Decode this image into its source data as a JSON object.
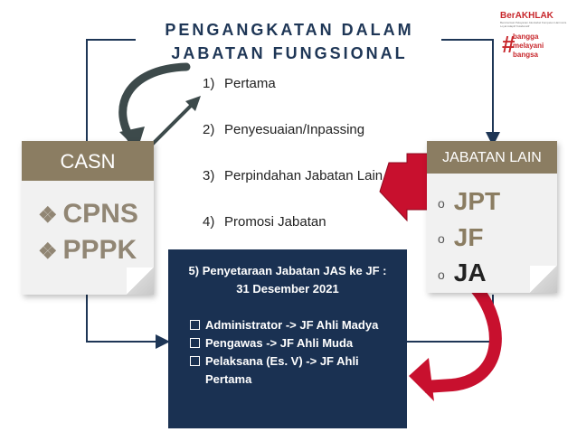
{
  "title_lines": [
    "PENGANGKATAN DALAM",
    "JABATAN FUNGSIONAL"
  ],
  "logo": {
    "brand": "BerAKHLAK",
    "brand_sub": "Berorientasi Pelayanan Akuntabel Kompeten Harmonis Loyal Adaptif Kolaboratif",
    "slogan": [
      "bangga",
      "melayani",
      "bangsa"
    ],
    "hash": "#"
  },
  "casn": {
    "header": "CASN",
    "items": [
      "CPNS",
      "PPPK"
    ],
    "bullet": "❖"
  },
  "jabatan_lain": {
    "header": "JABATAN LAIN",
    "items": [
      "JPT",
      "JF",
      "JA"
    ],
    "bullet": "o"
  },
  "steps": [
    {
      "num": "1)",
      "label": "Pertama"
    },
    {
      "num": "2)",
      "label": "Penyesuaian/Inpassing"
    },
    {
      "num": "3)",
      "label": "Perpindahan Jabatan Lain"
    },
    {
      "num": "4)",
      "label": "Promosi Jabatan"
    }
  ],
  "penyetaraan": {
    "title_lines": [
      "5) Penyetaraan Jabatan JAS ke JF :",
      "31 Desember 2021"
    ],
    "items": [
      "Administrator -> JF Ahli Madya",
      "Pengawas -> JF Ahli Muda",
      "Pelaksana (Es. V) -> JF Ahli Pertama"
    ]
  },
  "colors": {
    "navy": "#1a3152",
    "card_header": "#8b7d62",
    "arrow_red": "#c8102e",
    "title": "#1e3656",
    "brand_red": "#c8282d"
  }
}
